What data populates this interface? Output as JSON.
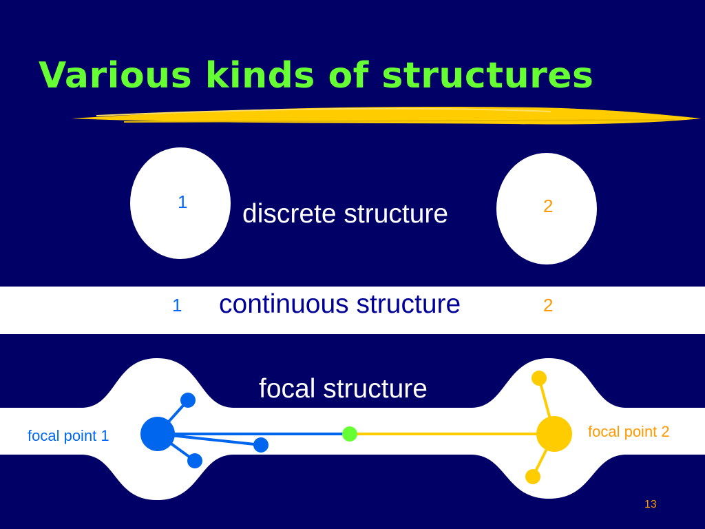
{
  "slide": {
    "title": "Various kinds of structures",
    "page_number": "13"
  },
  "discrete": {
    "label": "discrete structure",
    "node1": "1",
    "node2": "2"
  },
  "continuous": {
    "label": "continuous structure",
    "end1": "1",
    "end2": "2"
  },
  "focal": {
    "label": "focal structure",
    "point1": "focal point 1",
    "point2": "focal point 2"
  },
  "colors": {
    "background": "#000066",
    "title": "#66ff33",
    "underline": "#ffcc00",
    "side1": "#0066ff",
    "side2": "#ff9900",
    "focal_blue": "#0066ee",
    "focal_yellow": "#ffcc00",
    "junction_green": "#66ff33",
    "band": "#ffffff"
  },
  "icons": {
    "underline": "brush-stroke-underline"
  }
}
